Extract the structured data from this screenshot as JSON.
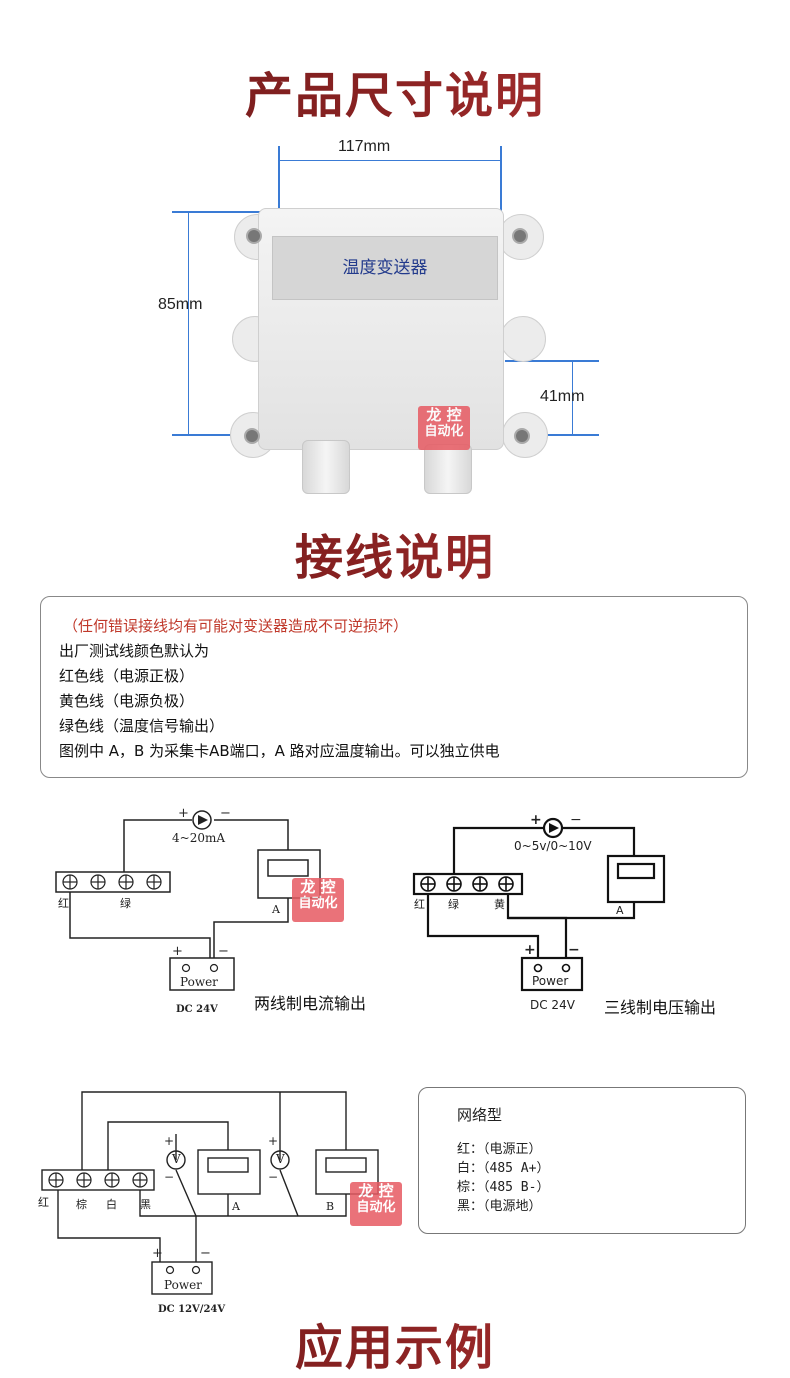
{
  "headings": {
    "size": "产品尺寸说明",
    "wiring": "接线说明",
    "application": "应用示例"
  },
  "product": {
    "width_label": "117mm",
    "height_label": "85mm",
    "mount_label": "41mm",
    "device_name": "温度变送器"
  },
  "logo": {
    "line1": "龙 控",
    "line2": "自动化"
  },
  "notice": {
    "warning": "（任何错误接线均有可能对变送器造成不可逆损坏）",
    "lines": [
      "出厂测试线颜色默认为",
      "红色线（电源正极）",
      "黄色线（电源负极）",
      "绿色线（温度信号输出）",
      "图例中 A，B 为采集卡AB端口，A 路对应温度输出。可以独立供电"
    ]
  },
  "diagram1": {
    "plus": "+",
    "minus": "−",
    "current": "4~20mA",
    "wire_red": "红",
    "wire_green": "绿",
    "port_a": "A",
    "power": "Power",
    "supply": "DC 24V",
    "caption": "两线制电流输出"
  },
  "diagram2": {
    "plus": "+",
    "minus": "−",
    "voltage": "0~5v/0~10V",
    "wire_red": "红",
    "wire_green": "绿",
    "wire_yellow": "黄",
    "port_a": "A",
    "power": "Power",
    "supply": "DC 24V",
    "caption": "三线制电压输出"
  },
  "diagram3": {
    "plus": "+",
    "minus": "−",
    "v": "V",
    "wire_red": "红",
    "wire_brown": "棕",
    "wire_white": "白",
    "wire_black": "黑",
    "port_a": "A",
    "port_b": "B",
    "power": "Power",
    "supply": "DC 12V/24V"
  },
  "network": {
    "title": "网络型",
    "lines": [
      "红：（电源正）",
      "白：（485 A+）",
      "棕：（485 B-）",
      "黑：（电源地）"
    ]
  },
  "colors": {
    "dimension": "#3a7bd5",
    "heading_dark": "#6b1a1a",
    "heading_light": "#c0393a",
    "warning": "#c0392b",
    "logo": "#e75a62"
  }
}
